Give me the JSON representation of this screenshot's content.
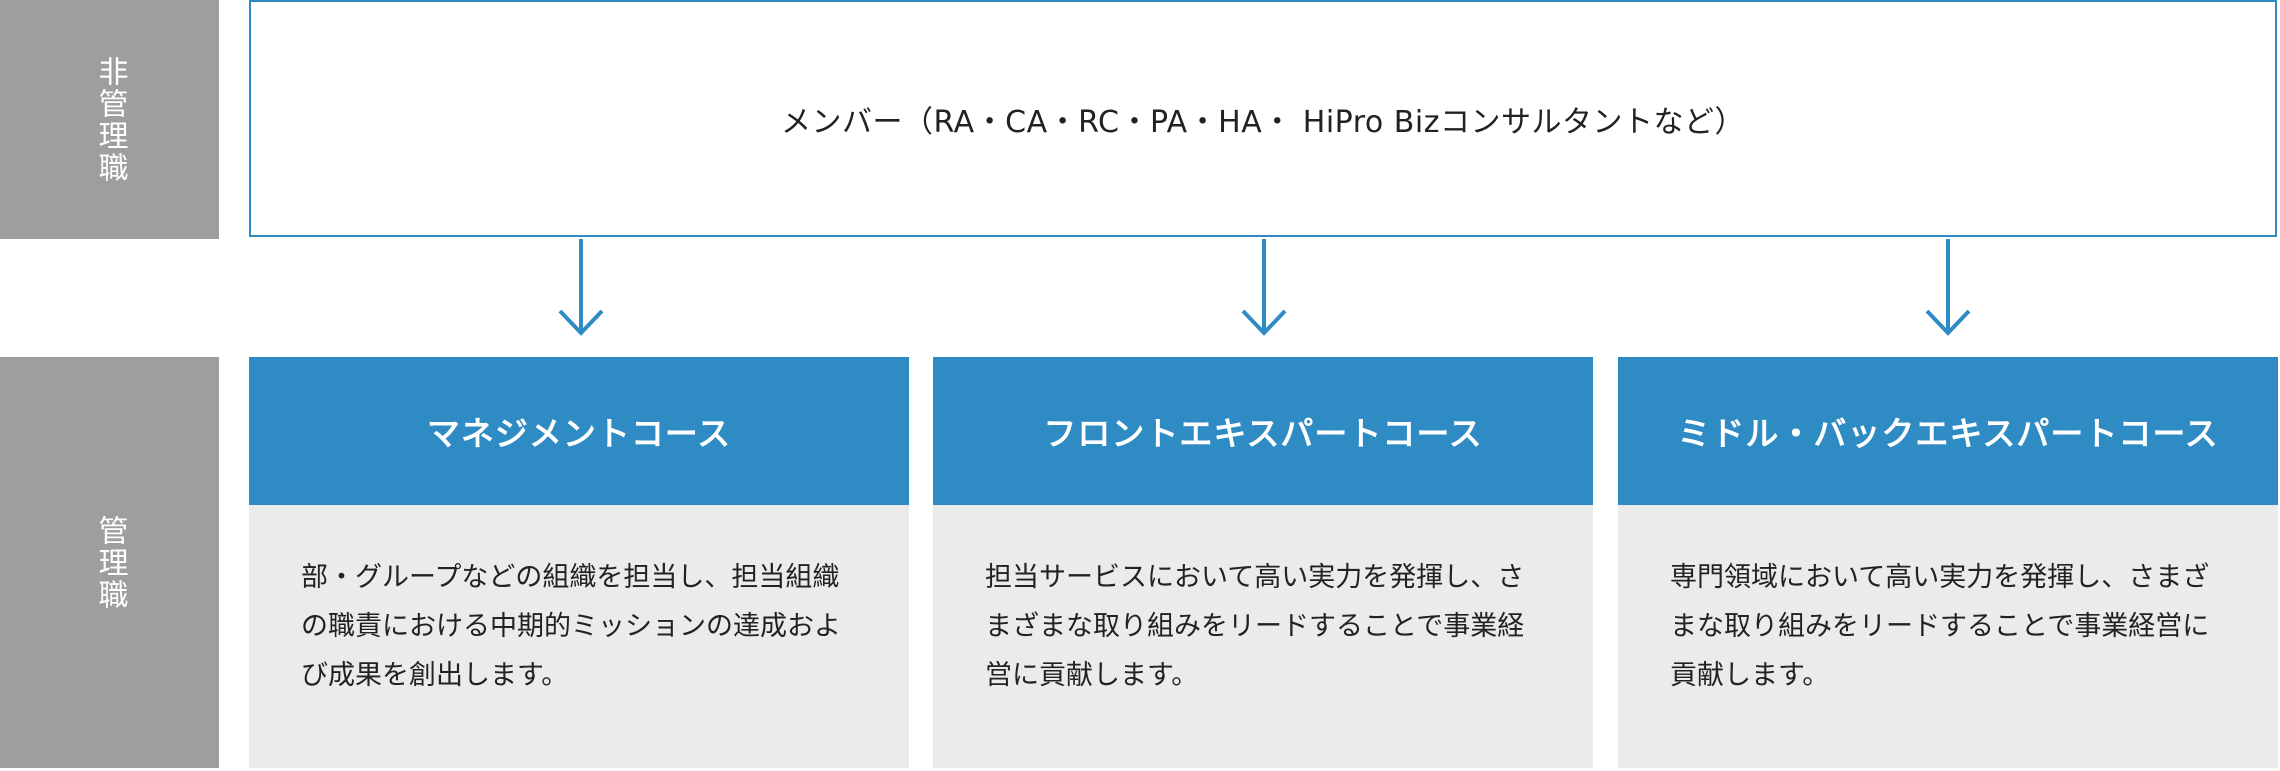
{
  "levels": {
    "non_manager": "非管理職",
    "manager": "管理職"
  },
  "member": {
    "label": "メンバー（RA・CA・RC・PA・HA・ HiPro Bizコンサルタントなど）"
  },
  "courses": [
    {
      "title": "マネジメントコース",
      "description": "部・グループなどの組織を担当し、担当組織の職責における中期的ミッションの達成および成果を創出します。"
    },
    {
      "title": "フロントエキスパートコース",
      "description": "担当サービスにおいて高い実力を発揮し、さまざまな取り組みをリードすることで事業経営に貢献します。"
    },
    {
      "title": "ミドル・バックエキスパートコース",
      "description": "専門領域において高い実力を発揮し、さまざまな取り組みをリードすることで事業経営に貢献します。"
    }
  ],
  "colors": {
    "accent": "#2f8bc3",
    "side_panel": "#9e9e9e",
    "card_body": "#ebebeb"
  }
}
